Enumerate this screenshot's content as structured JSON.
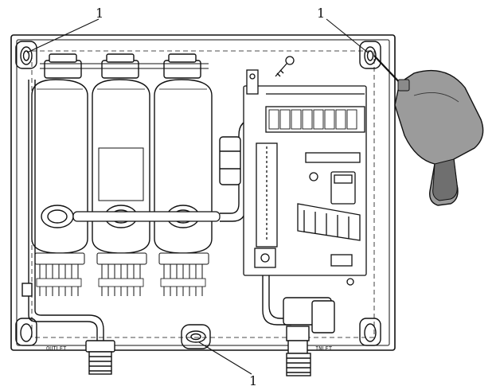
{
  "callouts": {
    "top_left": "1",
    "top_right": "1",
    "bottom_center": "1"
  },
  "labels": {
    "outlet": "OUTLET",
    "inlet": "INLET"
  },
  "colors": {
    "line": "#111111",
    "drill_fill": "#9b9b9b",
    "drill_shadow": "#6f6f6f",
    "panel": "#ffffff"
  }
}
